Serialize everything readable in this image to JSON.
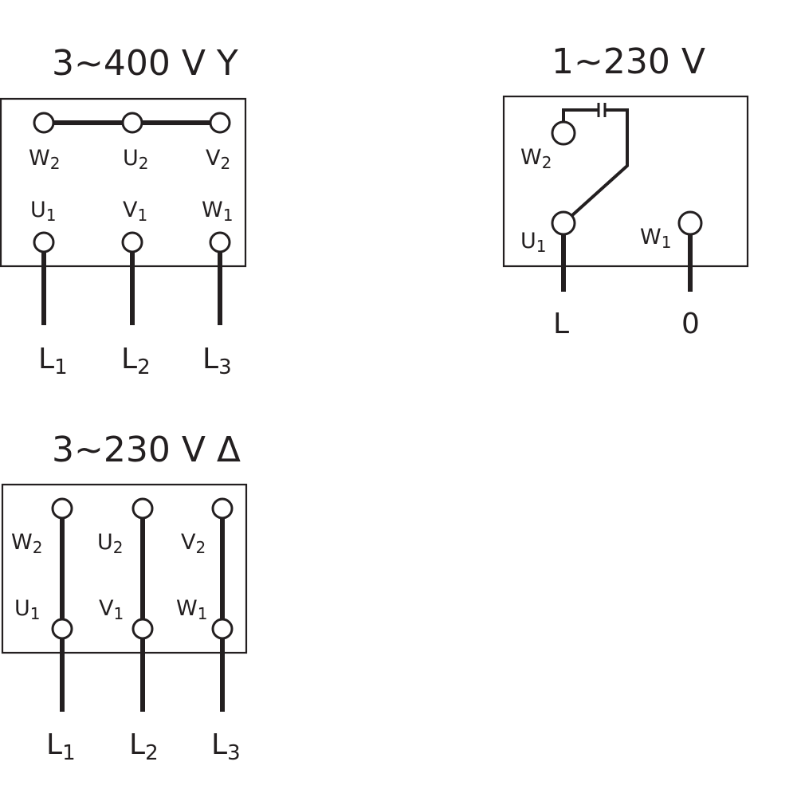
{
  "star": {
    "title": "3~400 V Y",
    "terminals": {
      "w2": {
        "main": "W",
        "sub": "2"
      },
      "u2": {
        "main": "U",
        "sub": "2"
      },
      "v2": {
        "main": "V",
        "sub": "2"
      },
      "u1": {
        "main": "U",
        "sub": "1"
      },
      "v1": {
        "main": "V",
        "sub": "1"
      },
      "w1": {
        "main": "W",
        "sub": "1"
      }
    },
    "lines": {
      "l1": {
        "main": "L",
        "sub": "1"
      },
      "l2": {
        "main": "L",
        "sub": "2"
      },
      "l3": {
        "main": "L",
        "sub": "3"
      }
    }
  },
  "delta": {
    "title": "3~230 V Δ",
    "terminals": {
      "w2": {
        "main": "W",
        "sub": "2"
      },
      "u2": {
        "main": "U",
        "sub": "2"
      },
      "v2": {
        "main": "V",
        "sub": "2"
      },
      "u1": {
        "main": "U",
        "sub": "1"
      },
      "v1": {
        "main": "V",
        "sub": "1"
      },
      "w1": {
        "main": "W",
        "sub": "1"
      }
    },
    "lines": {
      "l1": {
        "main": "L",
        "sub": "1"
      },
      "l2": {
        "main": "L",
        "sub": "2"
      },
      "l3": {
        "main": "L",
        "sub": "3"
      }
    }
  },
  "single": {
    "title": "1~230 V",
    "terminals": {
      "w2": {
        "main": "W",
        "sub": "2"
      },
      "u1": {
        "main": "U",
        "sub": "1"
      },
      "w1": {
        "main": "W",
        "sub": "1"
      }
    },
    "lines": {
      "live": "L",
      "neutral": "0"
    }
  }
}
